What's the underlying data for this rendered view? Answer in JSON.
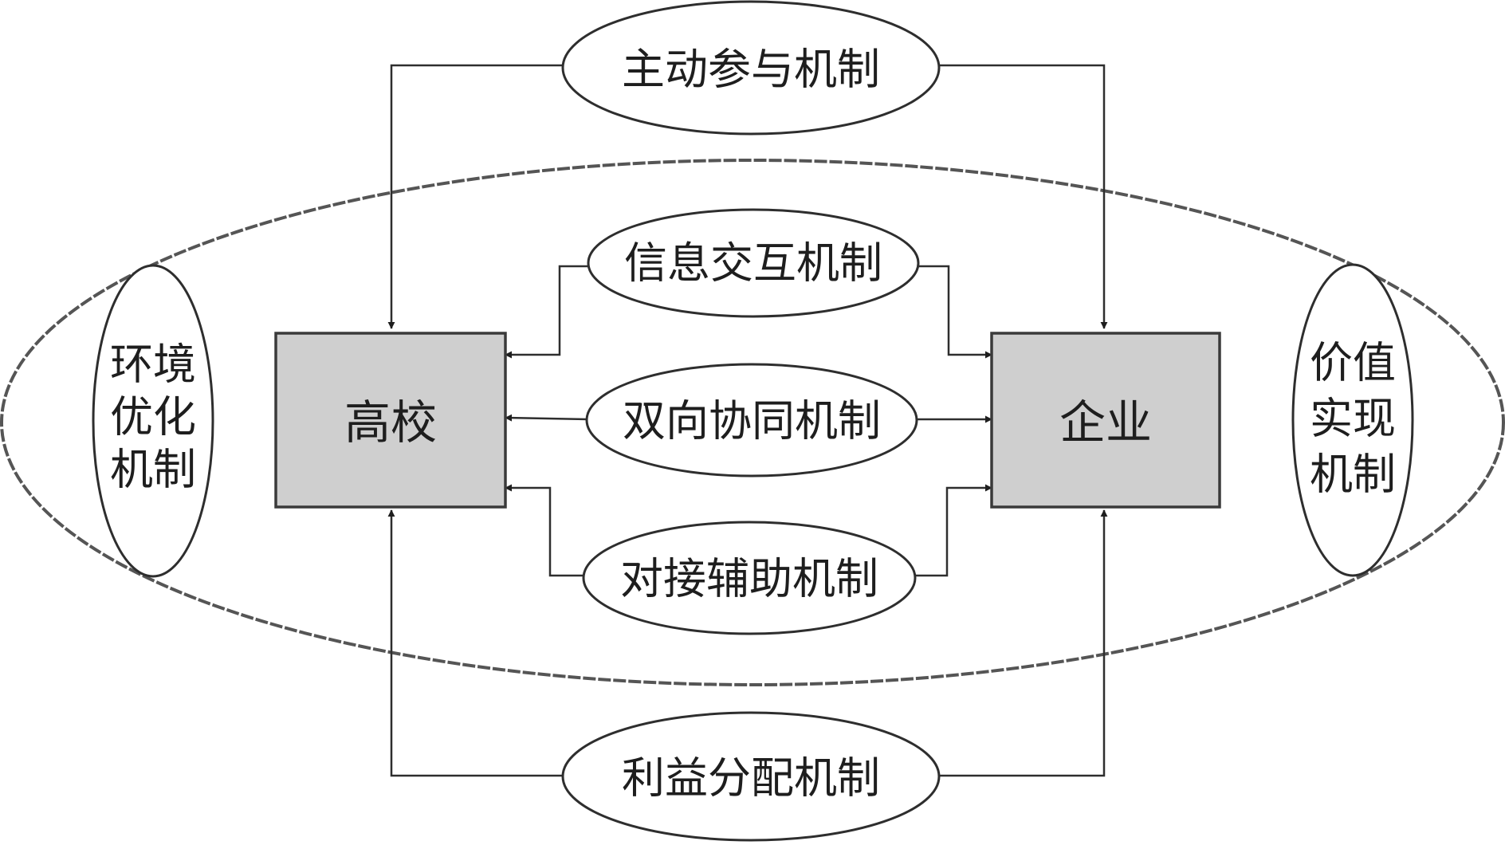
{
  "nodes": {
    "university": "高校",
    "enterprise": "企业"
  },
  "mechanisms": {
    "active_participation": "主动参与机制",
    "information_interaction": "信息交互机制",
    "bidirectional_collaboration": "双向协同机制",
    "docking_assistance": "对接辅助机制",
    "benefit_distribution": "利益分配机制",
    "environment_optimization": [
      "环境",
      "优化",
      "机制"
    ],
    "value_realization": [
      "价值",
      "实现",
      "机制"
    ]
  },
  "colors": {
    "box_fill": "#cfcfcf",
    "stroke": "#2e2e2e",
    "background": "#ffffff"
  }
}
